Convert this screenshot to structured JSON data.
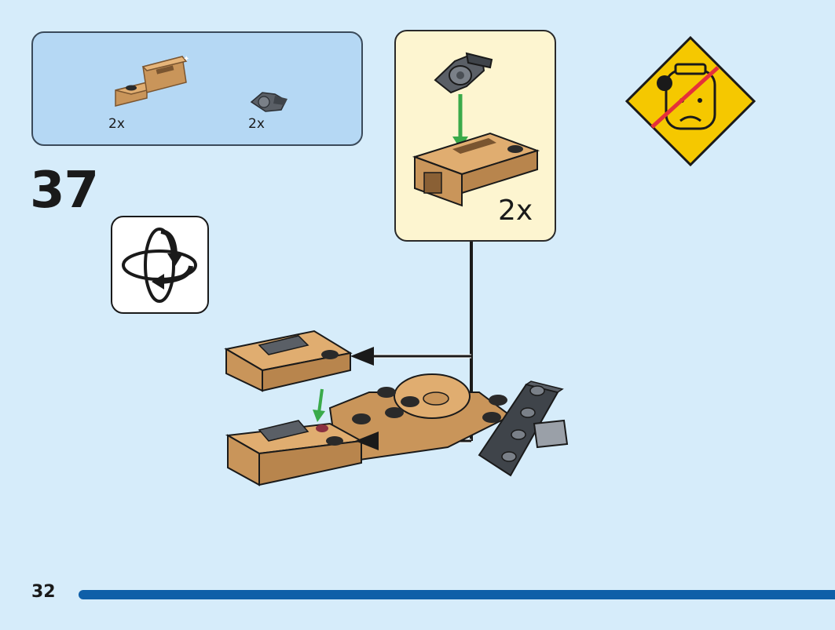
{
  "parts_list": [
    {
      "name": "tan-bracket-piece",
      "quantity": "2x"
    },
    {
      "name": "dark-gray-clip-piece",
      "quantity": "2x"
    }
  ],
  "step": {
    "number": "37"
  },
  "rotate_icon": "rotate-model-icon",
  "subassembly": {
    "quantity": "2x"
  },
  "warning_icon": "no-minifig-head-warning-icon",
  "page": {
    "number": "32",
    "progress": 1.0
  },
  "colors": {
    "background": "#d6ecfa",
    "parts_box": "#b5d8f4",
    "subassembly_box": "#fdf5d0",
    "tan": "#c9955a",
    "dark_gray": "#5a5f66",
    "arrow_green": "#3aaa4a",
    "warning_yellow": "#f5c800",
    "progress_blue": "#0f5fa8"
  }
}
